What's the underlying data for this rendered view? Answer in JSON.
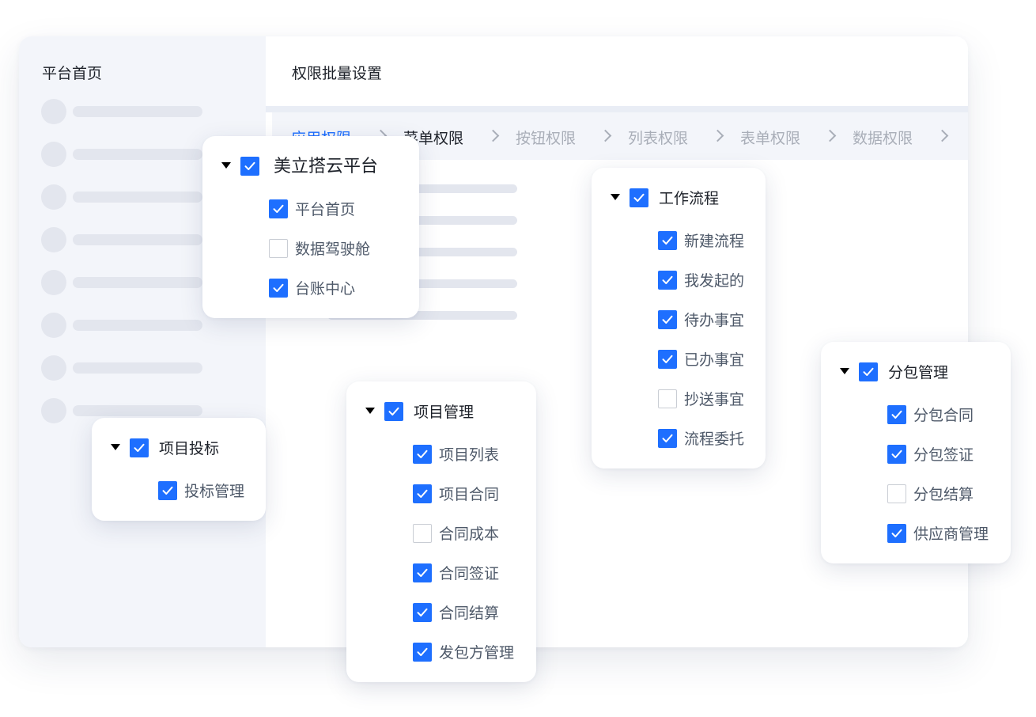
{
  "sidebar": {
    "title": "平台首页"
  },
  "header": {
    "title": "权限批量设置"
  },
  "breadcrumb": {
    "items": [
      {
        "label": "应用权限",
        "state": "done"
      },
      {
        "label": "菜单权限",
        "state": "current"
      },
      {
        "label": "按钮权限",
        "state": "todo"
      },
      {
        "label": "列表权限",
        "state": "todo"
      },
      {
        "label": "表单权限",
        "state": "todo"
      },
      {
        "label": "数据权限",
        "state": "todo"
      }
    ]
  },
  "colors": {
    "accent": "#1e6fff",
    "muted": "#a9aeb8",
    "skeleton": "#e3e6ee"
  },
  "trees": {
    "platform": {
      "label": "美立搭云平台",
      "checked": true,
      "children": [
        {
          "label": "平台首页",
          "checked": true
        },
        {
          "label": "数据驾驶舱",
          "checked": false
        },
        {
          "label": "台账中心",
          "checked": true
        }
      ]
    },
    "bidding": {
      "label": "项目投标",
      "checked": true,
      "children": [
        {
          "label": "投标管理",
          "checked": true
        }
      ]
    },
    "project": {
      "label": "项目管理",
      "checked": true,
      "children": [
        {
          "label": "项目列表",
          "checked": true
        },
        {
          "label": "项目合同",
          "checked": true
        },
        {
          "label": "合同成本",
          "checked": false
        },
        {
          "label": "合同签证",
          "checked": true
        },
        {
          "label": "合同结算",
          "checked": true
        },
        {
          "label": "发包方管理",
          "checked": true
        }
      ]
    },
    "workflow": {
      "label": "工作流程",
      "checked": true,
      "children": [
        {
          "label": "新建流程",
          "checked": true
        },
        {
          "label": "我发起的",
          "checked": true
        },
        {
          "label": "待办事宜",
          "checked": true
        },
        {
          "label": "已办事宜",
          "checked": true
        },
        {
          "label": "抄送事宜",
          "checked": false
        },
        {
          "label": "流程委托",
          "checked": true
        }
      ]
    },
    "subcontract": {
      "label": "分包管理",
      "checked": true,
      "children": [
        {
          "label": "分包合同",
          "checked": true
        },
        {
          "label": "分包签证",
          "checked": true
        },
        {
          "label": "分包结算",
          "checked": false
        },
        {
          "label": "供应商管理",
          "checked": true
        }
      ]
    }
  }
}
